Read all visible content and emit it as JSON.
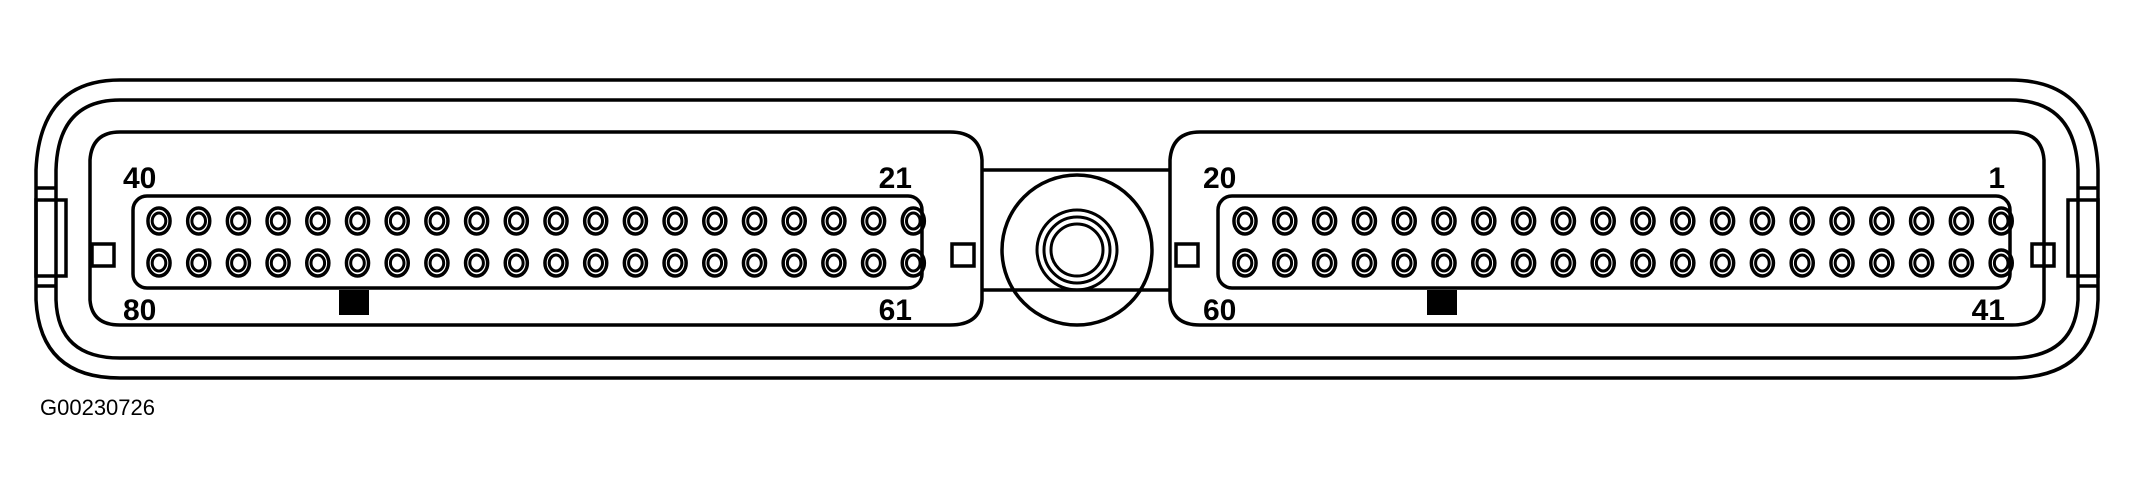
{
  "figure": {
    "type": "connector-face-view",
    "caption_id": "G00230726",
    "colors": {
      "line": "#000000",
      "background": "#ffffff"
    }
  },
  "connector": {
    "pin_count": 80,
    "rows": 2,
    "pins_per_row_per_block": 20,
    "left_block": {
      "top_row_range": [
        40,
        21
      ],
      "bottom_row_range": [
        80,
        61
      ],
      "labels": {
        "top_left": "40",
        "top_right": "21",
        "bottom_left": "80",
        "bottom_right": "61"
      }
    },
    "right_block": {
      "top_row_range": [
        20,
        1
      ],
      "bottom_row_range": [
        60,
        41
      ],
      "labels": {
        "top_left": "20",
        "top_right": "1",
        "bottom_left": "60",
        "bottom_right": "41"
      }
    },
    "center_feature": "bolt-boss"
  }
}
